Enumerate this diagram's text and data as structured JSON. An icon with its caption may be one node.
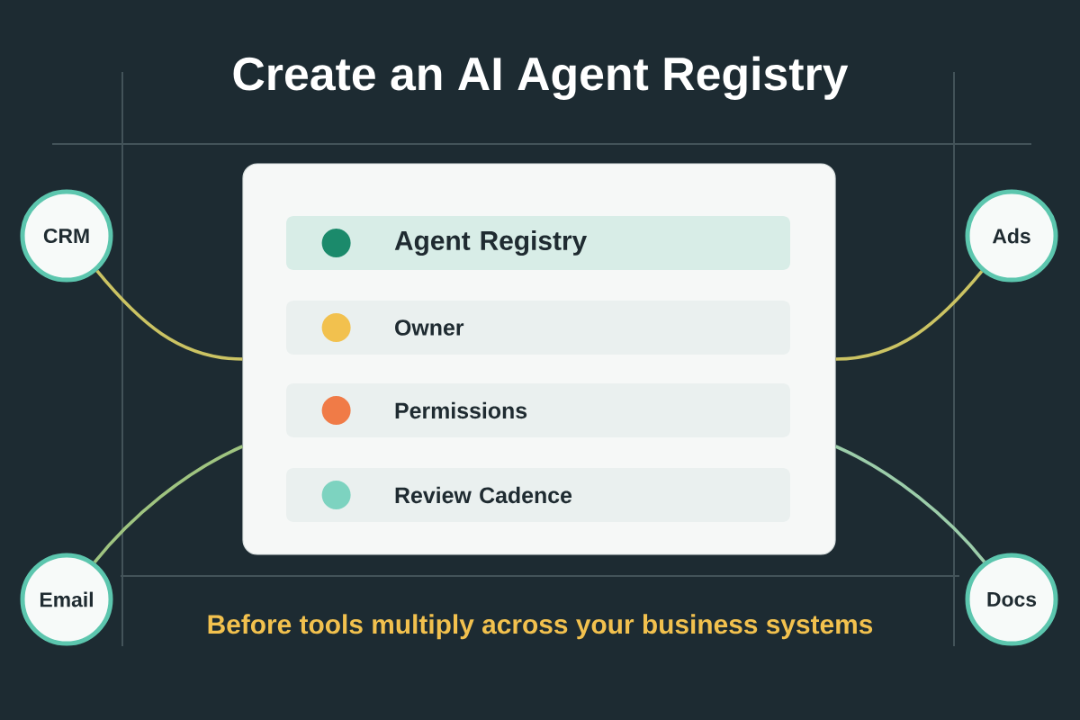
{
  "diagram": {
    "title": "Create an AI Agent Registry",
    "nodes": [
      {
        "text": [],
        "shape": "box"
      },
      {
        "text": [
          "Agent Registry"
        ],
        "in": 0
      },
      {
        "text": [
          "Owner"
        ],
        "in": 0
      },
      {
        "text": [
          "Permissions"
        ],
        "in": 0
      },
      {
        "text": [
          "Review Cadence"
        ],
        "in": 0
      },
      {
        "text": [
          "CRM"
        ]
      },
      {
        "text": [
          "Ads"
        ]
      },
      {
        "text": [
          "Email"
        ]
      },
      {
        "text": [
          "Docs"
        ]
      }
    ],
    "edges": [
      {
        "from": 5,
        "to": 0,
        "arrow": "none"
      },
      {
        "from": 6,
        "to": 0,
        "arrow": "none"
      },
      {
        "from": 7,
        "to": 0,
        "arrow": "none",
        "color": "#9fc480"
      },
      {
        "from": 8,
        "to": 0,
        "arrow": "none",
        "color": "#9ccdaa"
      }
    ],
    "caption": "Before tools multiply across your business systems"
  }
}
